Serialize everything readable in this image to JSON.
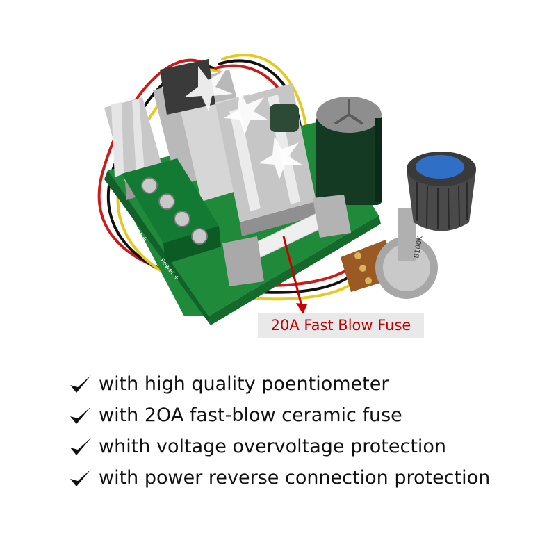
{
  "photo": {
    "subject": "pwm-motor-speed-controller-board",
    "pot_label": "B100K",
    "terminal_labels": [
      "Motor +",
      "Power +"
    ]
  },
  "callout": {
    "label": "20A Fast Blow Fuse",
    "color": "#c00000"
  },
  "features": [
    {
      "icon": "check-icon",
      "text": "with high quality poentiometer"
    },
    {
      "icon": "check-icon",
      "text": "with 2OA fast-blow ceramic fuse"
    },
    {
      "icon": "check-icon",
      "text": "whith voltage overvoltage protection"
    },
    {
      "icon": "check-icon",
      "text": "with power reverse connection protection"
    }
  ]
}
